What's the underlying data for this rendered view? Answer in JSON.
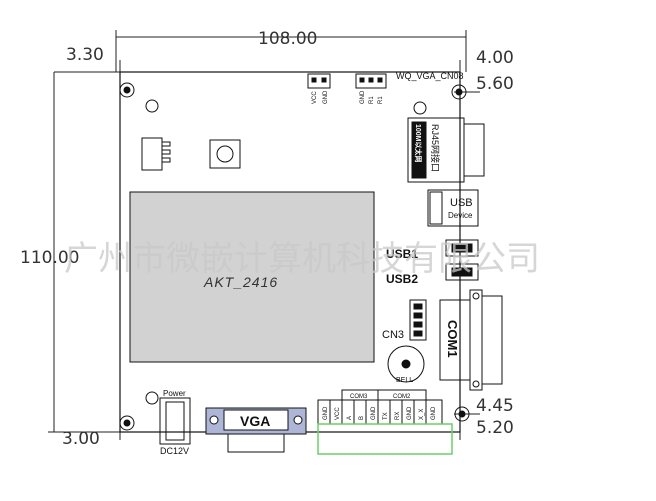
{
  "dimensions": {
    "width_total": "108.00",
    "height_total": "110.00",
    "top_left_margin": "3.30",
    "top_right_margin": "4.00",
    "top_right_offset": "5.60",
    "bottom_left_margin": "3.00",
    "bottom_right_margin": "4.45",
    "bottom_right_offset": "5.20"
  },
  "watermark": "广州市微嵌计算机科技有限公司",
  "chip": {
    "label": "AKT_2416"
  },
  "connectors": {
    "wq_vga": "WQ_VGA_CN08",
    "rj45": "RJ45网接口",
    "rj45_side": "100M以太网",
    "usb_device_title": "USB",
    "usb_device_sub": "Device",
    "usb1": "USB1",
    "usb2": "USB2",
    "cn3": "CN3",
    "com1": "COM1",
    "bell": "BELL",
    "vga": "VGA",
    "power": "Power",
    "dc": "DC12V",
    "com3": "COM3",
    "com2": "COM2"
  },
  "small_header_left": [
    "VCC",
    "GND"
  ],
  "small_header_right": [
    "GND",
    "R1",
    "R1"
  ],
  "bottom_pins": [
    "GND",
    "VCC",
    "A",
    "B",
    "GND",
    "TX",
    "RX",
    "GND",
    "X_X",
    "GND"
  ]
}
